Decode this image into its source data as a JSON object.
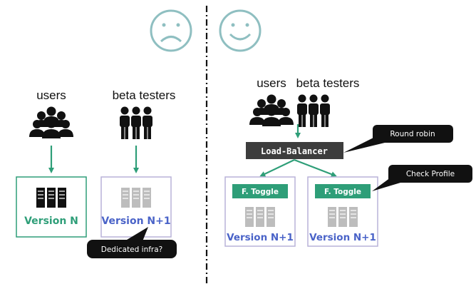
{
  "left": {
    "mood": "sad",
    "users_label": "users",
    "beta_label": "beta testers",
    "version_users": "Version N",
    "version_beta": "Version N+1",
    "callout": "Dedicated infra?"
  },
  "right": {
    "mood": "happy",
    "users_label": "users",
    "beta_label": "beta testers",
    "load_balancer": "Load-Balancer",
    "callout_lb": "Round robin",
    "callout_profile": "Check Profile",
    "toggle_left": "F. Toggle",
    "toggle_right": "F. Toggle",
    "version_left": "Version N+1",
    "version_right": "Version N+1"
  },
  "colors": {
    "green": "#2e9e78",
    "blue": "#4a63c8",
    "grey": "#bdbdbd",
    "face": "#8fbfc1",
    "dark": "#111111"
  },
  "icons": [
    "sad-face-icon",
    "happy-face-icon",
    "users-group-icon",
    "beta-testers-icon",
    "server-rack-icon"
  ]
}
